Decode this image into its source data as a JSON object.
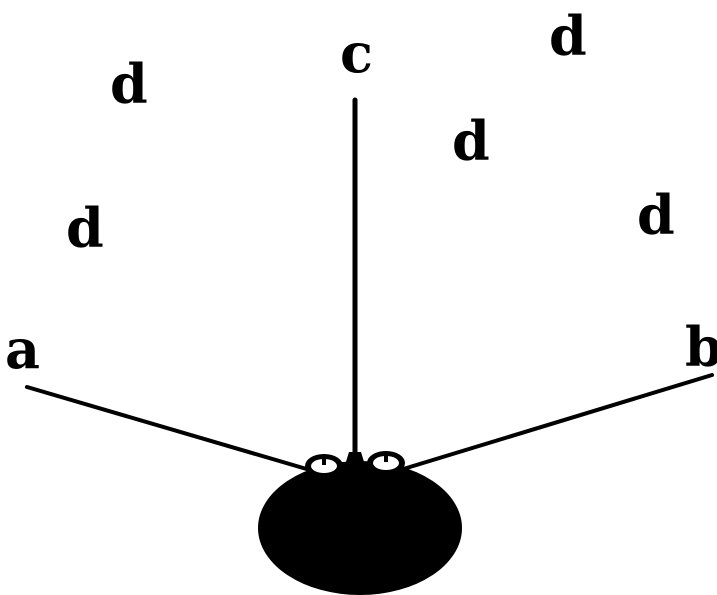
{
  "labels": {
    "a": "a",
    "b": "b",
    "c": "c",
    "d_items": [
      "d",
      "d",
      "d",
      "d",
      "d"
    ]
  },
  "colors": {
    "ink": "#000000",
    "background": "#ffffff"
  }
}
